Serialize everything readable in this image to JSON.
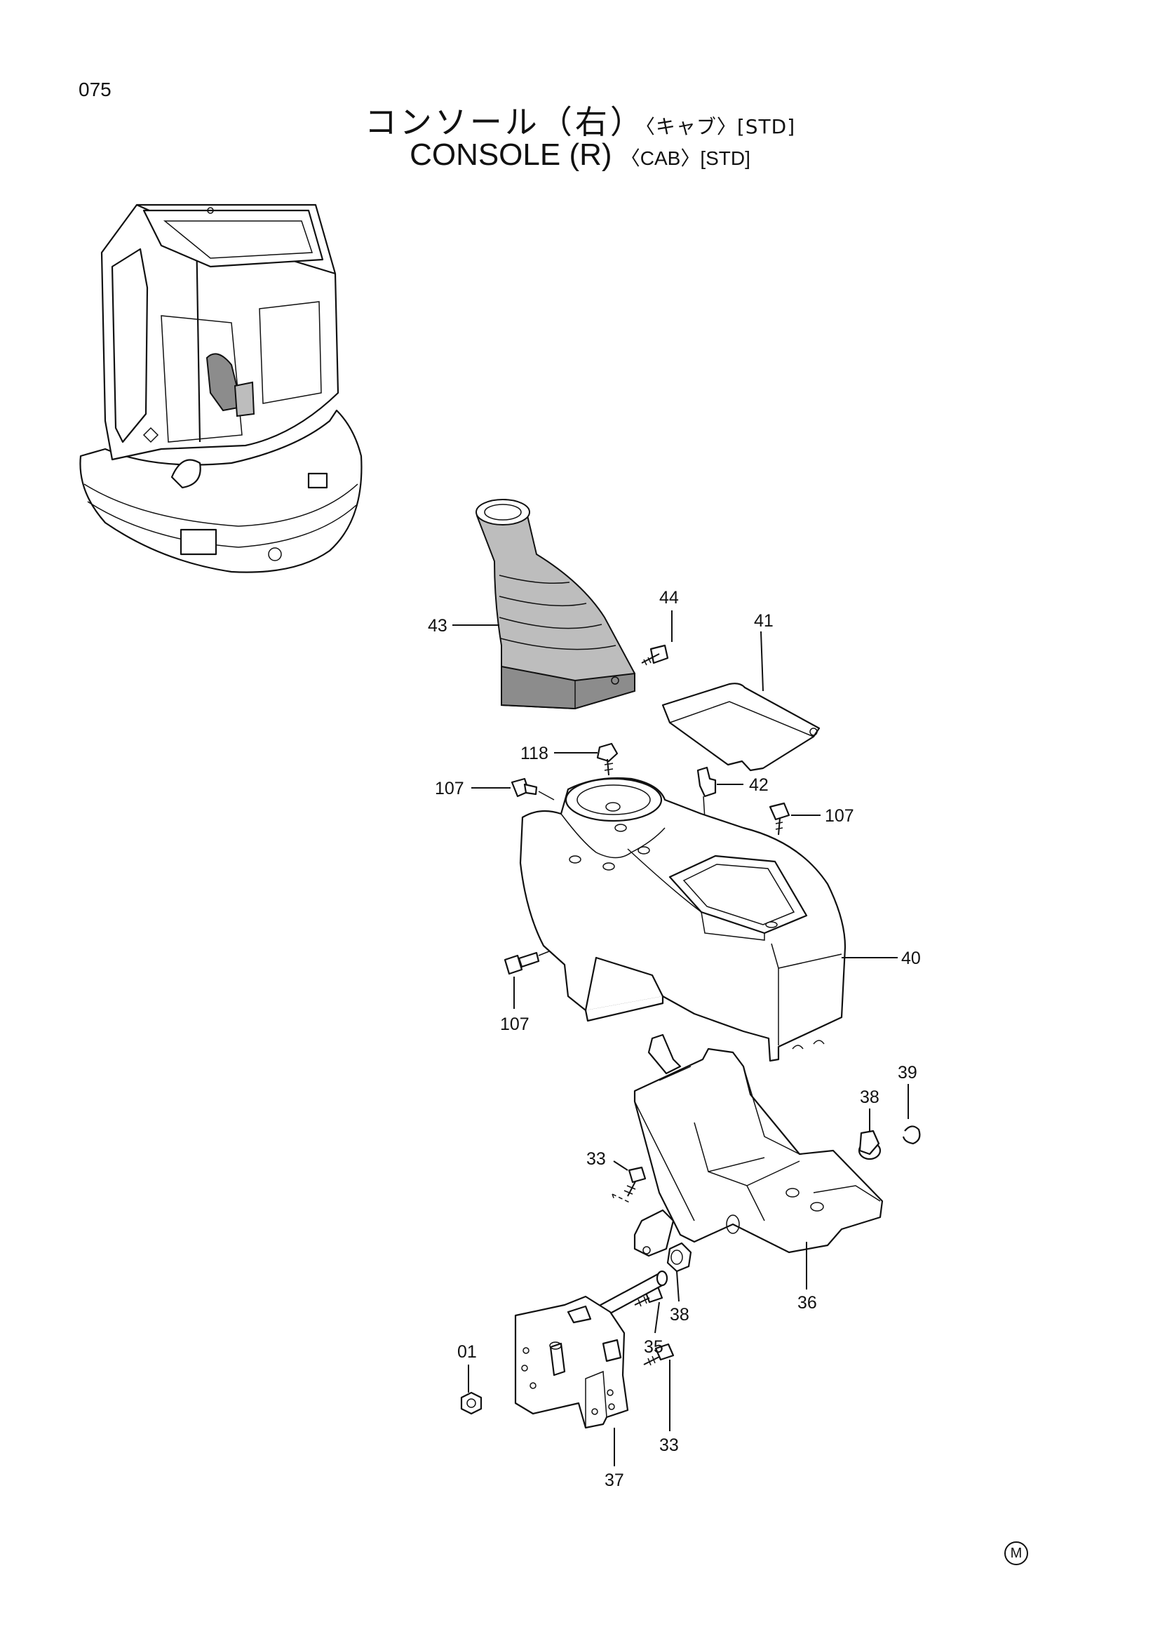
{
  "page": {
    "number": "075",
    "mark": "M"
  },
  "title": {
    "ja_main": "コンソール（右）",
    "ja_sub": "〈キャブ〉[STD]",
    "en_main": "CONSOLE (R)",
    "en_sub": "〈CAB〉[STD]"
  },
  "parts": {
    "p43": "43",
    "p44": "44",
    "p41": "41",
    "p118": "118",
    "p42": "42",
    "p107a": "107",
    "p107b": "107",
    "p107c": "107",
    "p40": "40",
    "p39": "39",
    "p38a": "38",
    "p33a": "33",
    "p36": "36",
    "p38b": "38",
    "p35": "35",
    "p01": "01",
    "p33b": "33",
    "p37": "37"
  }
}
